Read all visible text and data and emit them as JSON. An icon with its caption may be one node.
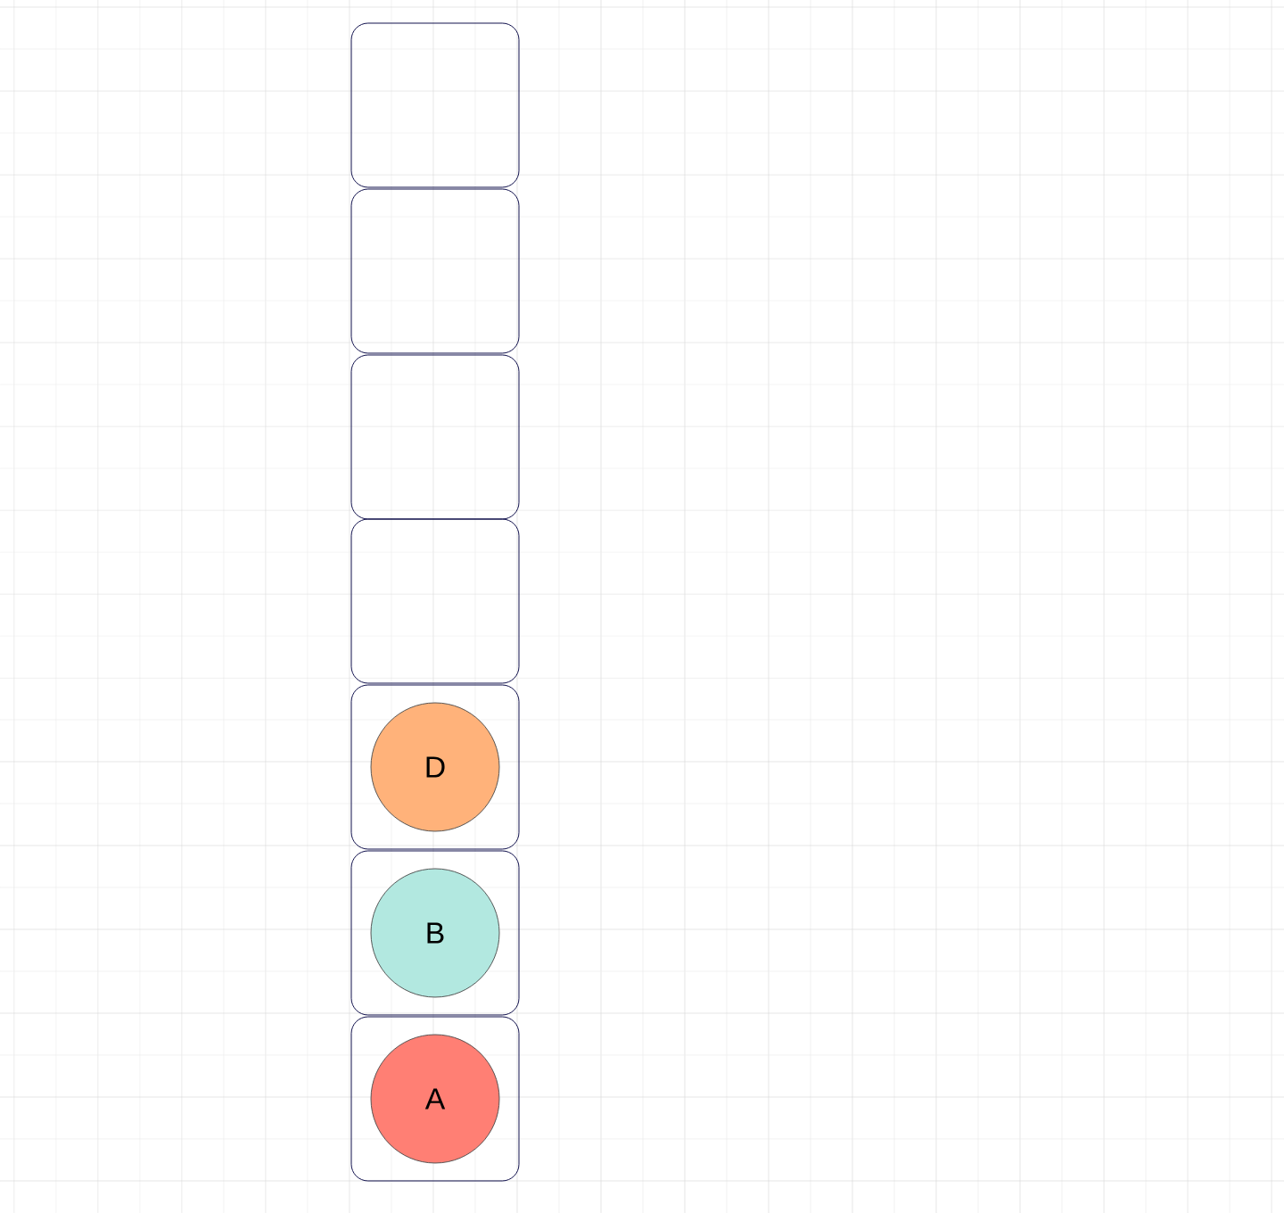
{
  "diagram": {
    "nodes": [
      {
        "text": [],
        "shape": "box"
      },
      {
        "text": [],
        "shape": "box"
      },
      {
        "text": [],
        "shape": "box"
      },
      {
        "text": [],
        "shape": "box"
      },
      {
        "text": [],
        "shape": "box"
      },
      {
        "text": [
          "D"
        ],
        "in": 4
      },
      {
        "text": [],
        "shape": "box"
      },
      {
        "text": [
          "B"
        ],
        "in": 6
      },
      {
        "text": [],
        "shape": "box"
      },
      {
        "text": [
          "A"
        ],
        "in": 8
      }
    ]
  }
}
